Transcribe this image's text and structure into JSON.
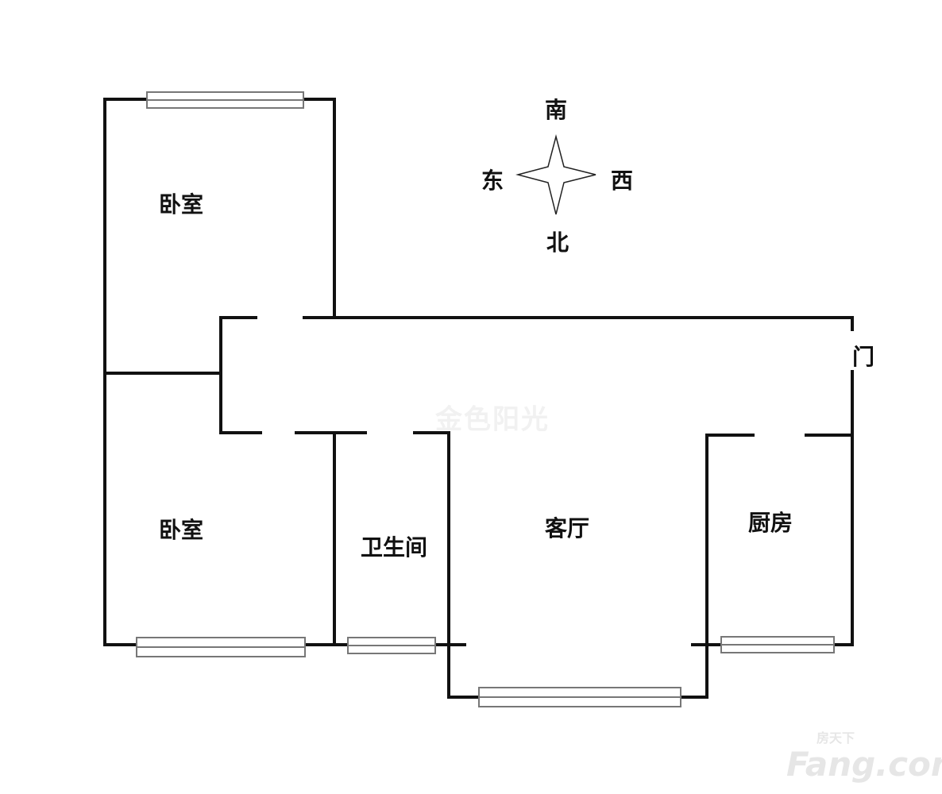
{
  "rooms": {
    "bedroom_top": "卧室",
    "bedroom_bottom": "卧室",
    "bathroom": "卫生间",
    "living_room": "客厅",
    "kitchen": "厨房",
    "door": "门"
  },
  "compass": {
    "south": "南",
    "north": "北",
    "east": "东",
    "west": "西"
  },
  "watermark": "金色阳光",
  "logo": {
    "cn": "房天下",
    "en": "Fang.com"
  }
}
